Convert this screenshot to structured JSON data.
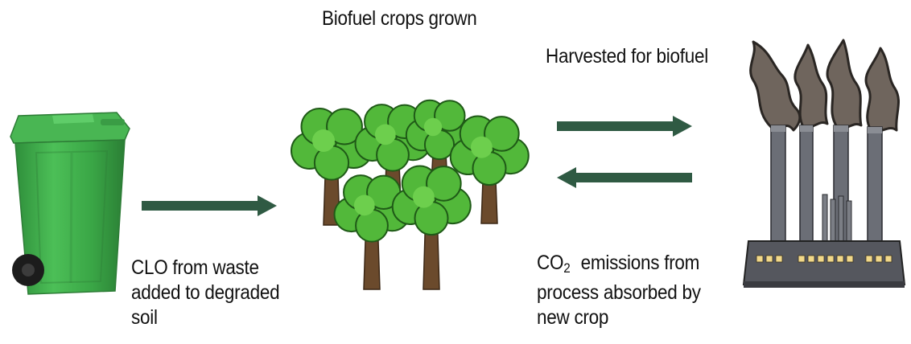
{
  "labels": {
    "crops_grown": "Biofuel crops grown",
    "harvested": "Harvested for biofuel",
    "clo_line1": "CLO from waste",
    "clo_line2": "added to degraded",
    "clo_line3": "soil",
    "co2_prefix": "CO",
    "co2_subscript": "2",
    "co2_rest": " emissions from",
    "co2_line2": "process absorbed by",
    "co2_line3": "new crop"
  },
  "icons": {
    "bin": "wheelie-bin-icon",
    "trees": "trees-icon",
    "factory": "factory-icon",
    "arrow_right": "arrow-right-icon",
    "arrow_left": "arrow-left-icon"
  },
  "colors": {
    "arrow": "#2f5a43",
    "bin_green": "#3fa84a",
    "leaf_green": "#52b83a",
    "trunk": "#6b4a2c",
    "factory_grey": "#5f6168",
    "smoke": "#7a7068"
  }
}
